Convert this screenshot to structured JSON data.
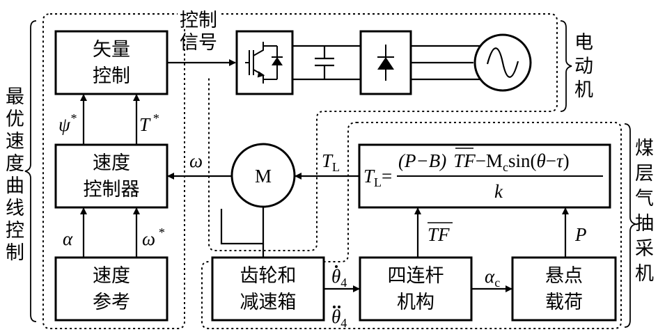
{
  "labels": {
    "vector_control_1": "矢量",
    "vector_control_2": "控制",
    "speed_ctrl_1": "速度",
    "speed_ctrl_2": "控制器",
    "speed_ref_1": "速度",
    "speed_ref_2": "参考",
    "control_signal_1": "控制",
    "control_signal_2": "信号",
    "motor_1": "电",
    "motor_2": "动",
    "motor_3": "机",
    "left_1": "最",
    "left_2": "优",
    "left_3": "速",
    "left_4": "度",
    "left_5": "曲",
    "left_6": "线",
    "left_7": "控",
    "left_8": "制",
    "right_1": "煤",
    "right_2": "层",
    "right_3": "气",
    "right_4": "抽",
    "right_5": "采",
    "right_6": "机",
    "gearbox_1": "齿轮和",
    "gearbox_2": "减速箱",
    "fourbar_1": "四连杆",
    "fourbar_2": "机构",
    "load_1": "悬点",
    "load_2": "载荷",
    "motor_symbol": "M"
  },
  "symbols": {
    "psi": "ψ",
    "star": "*",
    "T": "T",
    "omega": "ω",
    "alpha": "α",
    "TL_T": "T",
    "TL_sub": "L",
    "theta": "θ",
    "theta_sub": "4",
    "alpha_c": "α",
    "alpha_c_sub": "c",
    "TF": "TF",
    "P": "P"
  },
  "formula": {
    "lhs_T": "T",
    "lhs_sub": "L",
    "eq": "=",
    "num_1": "(P−B)",
    "num_TF": "TF",
    "num_M": "−M",
    "num_M_sub": "c",
    "num_sin": "sin(",
    "num_theta": "θ",
    "num_minus": "−",
    "num_tau": "τ",
    "num_close": ")",
    "den": "k"
  }
}
